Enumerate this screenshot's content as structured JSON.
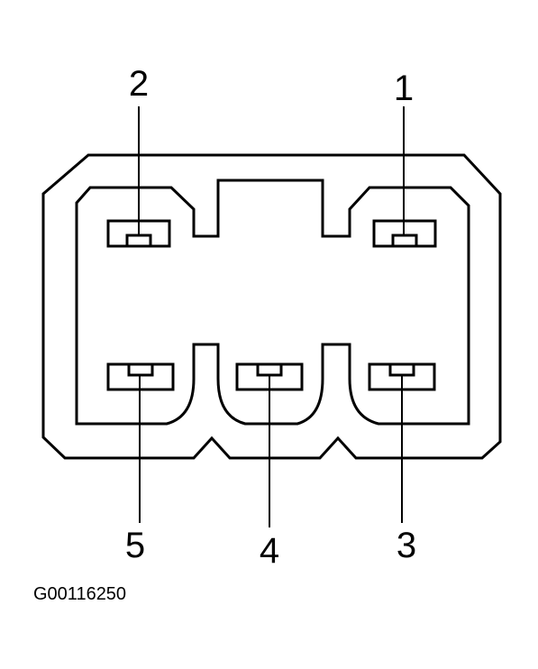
{
  "diagram": {
    "colors": {
      "line": "#000000",
      "background": "#ffffff"
    },
    "pins": [
      {
        "id": "pin-1",
        "label": "1"
      },
      {
        "id": "pin-2",
        "label": "2"
      },
      {
        "id": "pin-3",
        "label": "3"
      },
      {
        "id": "pin-4",
        "label": "4"
      },
      {
        "id": "pin-5",
        "label": "5"
      }
    ],
    "figure_id": "G00116250"
  }
}
